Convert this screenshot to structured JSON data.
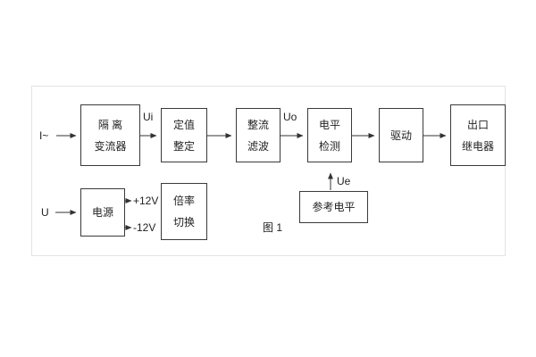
{
  "diagram": {
    "caption": "图 1",
    "inputs": {
      "current": "I~",
      "voltage": "U"
    },
    "signals": {
      "ui": "Ui",
      "uo": "Uo",
      "ue": "Ue",
      "plus12": "+12V",
      "minus12": "-12V"
    },
    "blocks": {
      "isolation": {
        "line1": "隔 离",
        "line2": "变流器"
      },
      "setting": {
        "line1": "定值",
        "line2": "整定"
      },
      "rectifier": {
        "line1": "整流",
        "line2": "滤波"
      },
      "level": {
        "line1": "电平",
        "line2": "检测"
      },
      "drive": {
        "line1": "驱动"
      },
      "output": {
        "line1": "出口",
        "line2": "继电器"
      },
      "power": {
        "line1": "电源"
      },
      "ratio": {
        "line1": "倍率",
        "line2": "切换"
      },
      "reference": {
        "line1": "参考电平"
      }
    }
  }
}
